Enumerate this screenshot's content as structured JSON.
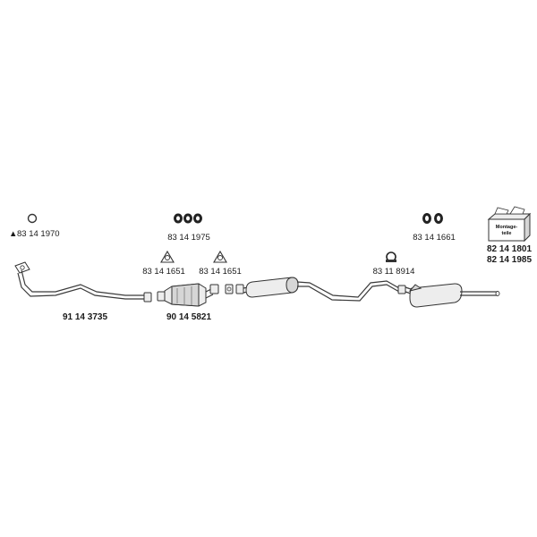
{
  "parts": {
    "warning_marker": "▲",
    "gasket_top_left": "83 14 1970",
    "hangers_pair_left": "83 14 1975",
    "gasket_left": "83 14 1651",
    "gasket_right": "83 14 1651",
    "hangers_pair_right": "83 14 1661",
    "clamp": "83 11 8914",
    "front_pipe": "91 14 3735",
    "catalytic_converter": "90 14 5821",
    "mounting_kit_1": "82 14 1801",
    "mounting_kit_2": "82 14 1985"
  },
  "mounting_box": {
    "line1": "Montage-",
    "line2": "teile"
  }
}
